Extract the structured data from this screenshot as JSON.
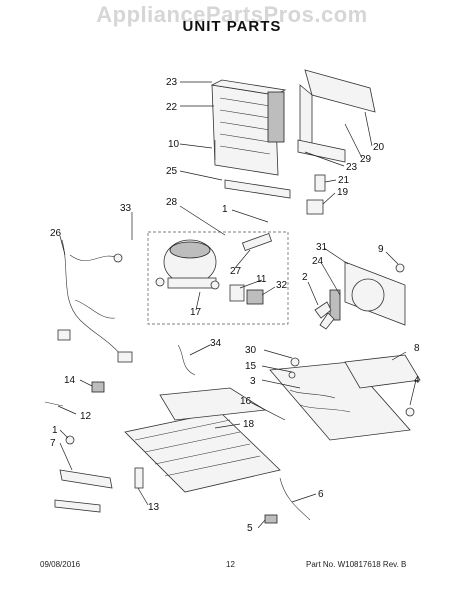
{
  "watermark": "AppliancePartsPros.com",
  "title": "UNIT PARTS",
  "callouts": [
    "23",
    "22",
    "10",
    "25",
    "28",
    "1",
    "33",
    "26",
    "31",
    "9",
    "2",
    "24",
    "27",
    "11",
    "32",
    "17",
    "34",
    "30",
    "15",
    "3",
    "8",
    "4",
    "14",
    "12",
    "16",
    "18",
    "1",
    "7",
    "13",
    "6",
    "5",
    "20",
    "29",
    "23",
    "21",
    "19"
  ],
  "footer": {
    "date": "09/08/2016",
    "page": "12",
    "part_no": "Part No. W10817618  Rev. B"
  }
}
